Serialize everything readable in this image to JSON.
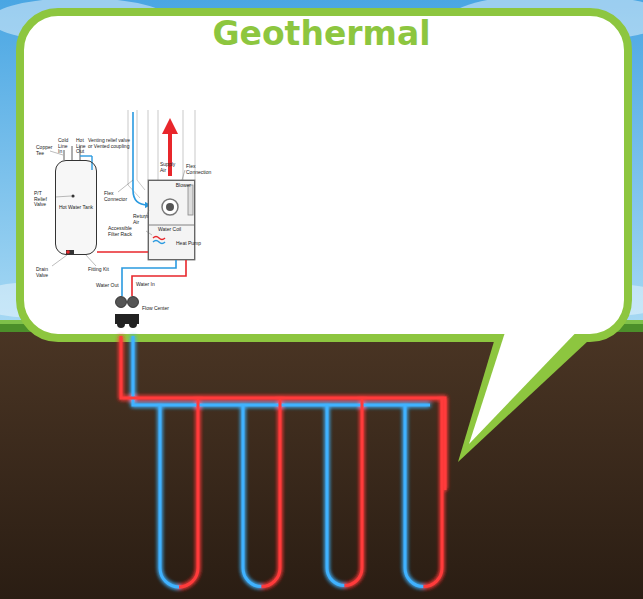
{
  "diagram": {
    "title": "Geothermal",
    "nodes": [
      {
        "text": [
          "Hot Water Tank"
        ]
      },
      {
        "text": [
          "Blower"
        ]
      }
    ],
    "edges": [
      {
        "from": 0,
        "to": 1,
        "arrow": "none"
      }
    ],
    "labels": [
      "Copper Tee",
      "Cold Line In",
      "Hot Line Out",
      "Venting relief valve or Vented coupling",
      "P/T Relief Valve",
      "Drain Valve",
      "Fitting Kit",
      "Flex Connector",
      "Return Air",
      "Accessible Filter Rack",
      "Supply Air",
      "Flex Connection",
      "Water Coil",
      "Heat Pump",
      "Water Out",
      "Water In",
      "Flow Center"
    ]
  }
}
